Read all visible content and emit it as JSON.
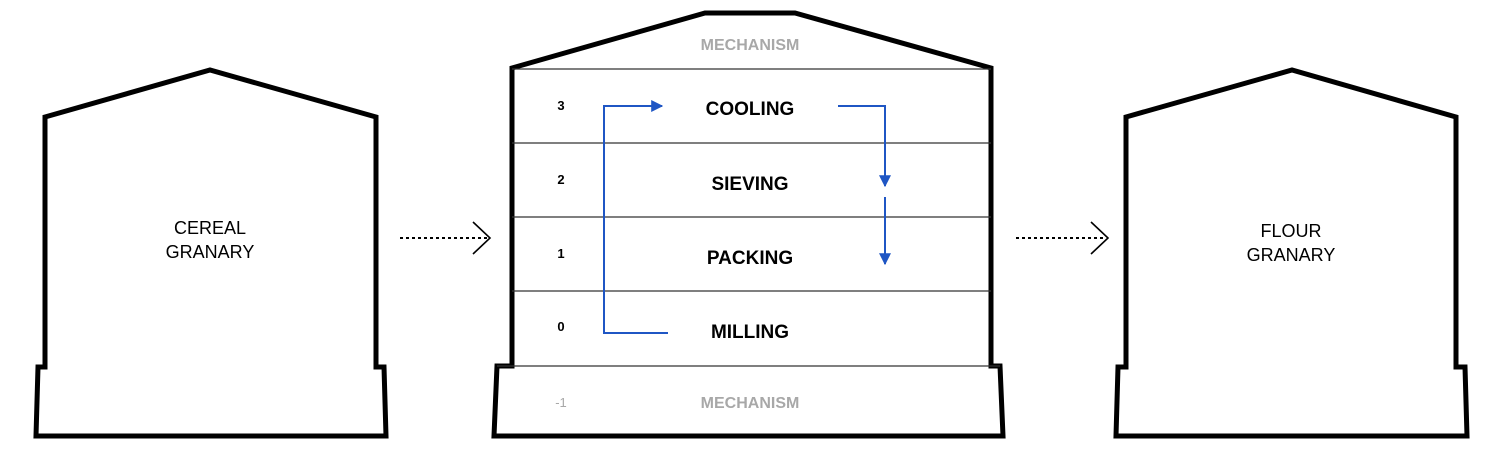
{
  "left_building": {
    "label_line1": "CEREAL",
    "label_line2": "GRANARY"
  },
  "mill": {
    "top_label": "MECHANISM",
    "bottom_label": "MECHANISM",
    "floors": [
      {
        "number": "3",
        "label": "COOLING"
      },
      {
        "number": "2",
        "label": "SIEVING"
      },
      {
        "number": "1",
        "label": "PACKING"
      },
      {
        "number": "0",
        "label": "MILLING"
      }
    ],
    "basement_number": "-1"
  },
  "right_building": {
    "label_line1": "FLOUR",
    "label_line2": "GRANARY"
  },
  "colors": {
    "outline": "#000000",
    "flow": "#1f56c4",
    "muted": "#a8a8a8",
    "floor_line": "#333333"
  }
}
